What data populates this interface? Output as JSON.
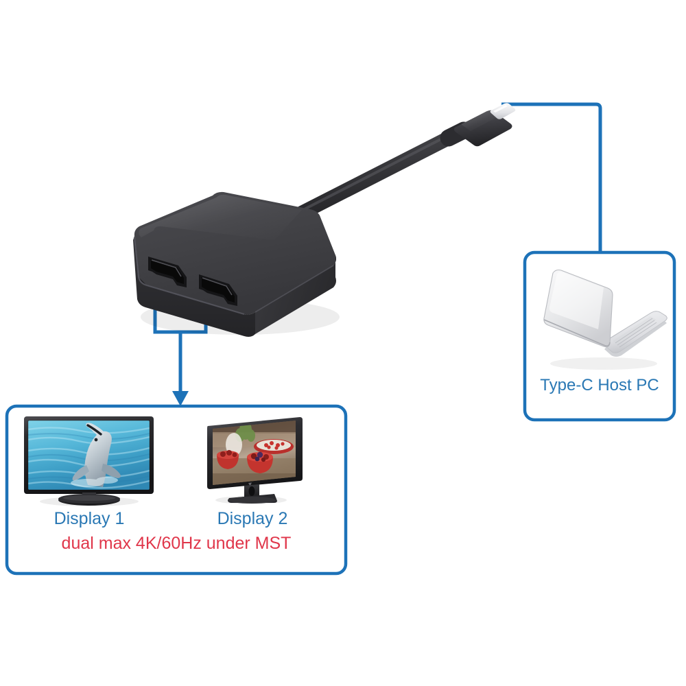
{
  "diagram": {
    "title": "USB Type-C to dual HDMI adapter connection diagram",
    "accent_color": "#1d72b8",
    "label_color": "#2a78b4",
    "warning_color": "#e0364a",
    "background": "#ffffff"
  },
  "device": {
    "name": "usb-c-dual-hdmi-adapter",
    "body_color": "#3d3d41",
    "cable_color": "#313135",
    "connector": "USB Type-C",
    "ports": [
      {
        "id": "hdmi-port-1",
        "type": "HDMI"
      },
      {
        "id": "hdmi-port-2",
        "type": "HDMI"
      }
    ]
  },
  "host_box": {
    "label": "Type-C Host PC",
    "icon": "laptop-icon"
  },
  "display_box": {
    "displays": [
      {
        "label": "Display 1",
        "icon": "tv-icon",
        "screen_content": "dolphin in blue water"
      },
      {
        "label": "Display 2",
        "icon": "monitor-icon",
        "screen_content": "bowls of fruit on table"
      }
    ],
    "note": "dual max 4K/60Hz under MST"
  }
}
